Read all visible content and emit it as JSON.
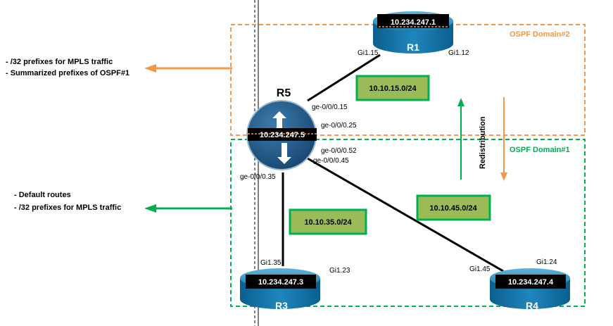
{
  "domains": {
    "ospf2": {
      "label": "OSPF Domain#2",
      "color": "#f79646"
    },
    "ospf1": {
      "label": "OSPF Domain#1",
      "color": "#00b050"
    }
  },
  "notes": {
    "top": [
      "-  /32 prefixes for MPLS traffic",
      "- Summarized prefixes of OSPF#1"
    ],
    "bottom": [
      "- Default routes",
      "-  /32 prefixes for MPLS traffic"
    ]
  },
  "redistribution": "Redistribution",
  "routers": {
    "r1": {
      "name": "R1",
      "ip": "10.234.247.1"
    },
    "r3": {
      "name": "R3",
      "ip": "10.234.247.3"
    },
    "r4": {
      "name": "R4",
      "ip": "10.234.247.4"
    },
    "r5": {
      "name": "R5",
      "ip": "10.234.247.5"
    }
  },
  "interfaces": {
    "r1_gi115": "Gi1.15",
    "r1_gi112": "Gi1.12",
    "r5_ge015": "ge-0/0/0.15",
    "r5_ge025": "ge-0/0/0.25",
    "r5_ge052": "ge-0/0/0.52",
    "r5_ge045": "ge-0/0/0.45",
    "r5_ge035": "ge-0/0/0.35",
    "r3_gi135": "Gi1.35",
    "r3_gi123": "Gi1.23",
    "r4_gi145": "Gi1.45",
    "r4_gi124": "Gi1.24"
  },
  "subnets": {
    "r1_r5": "10.10.15.0/24",
    "r3_r5": "10.10.35.0/24",
    "r4_r5": "10.10.45.0/24"
  }
}
